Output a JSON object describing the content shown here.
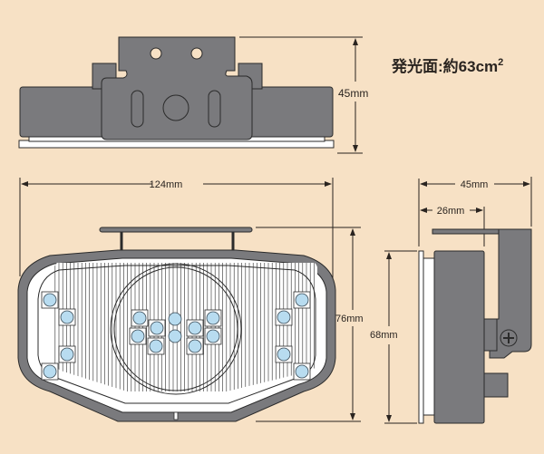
{
  "title": {
    "label": "発光面:約63cm",
    "superscript": "2"
  },
  "dimensions": {
    "top_height": "45mm",
    "front_width": "124mm",
    "front_height": "76mm",
    "side_depth_total": "45mm",
    "side_depth_body": "26mm",
    "side_height": "68mm"
  },
  "colors": {
    "background": "#f7e1c5",
    "housing": "#7a7a7d",
    "led": "#b8dcf0",
    "outline": "#2b2b2b"
  }
}
